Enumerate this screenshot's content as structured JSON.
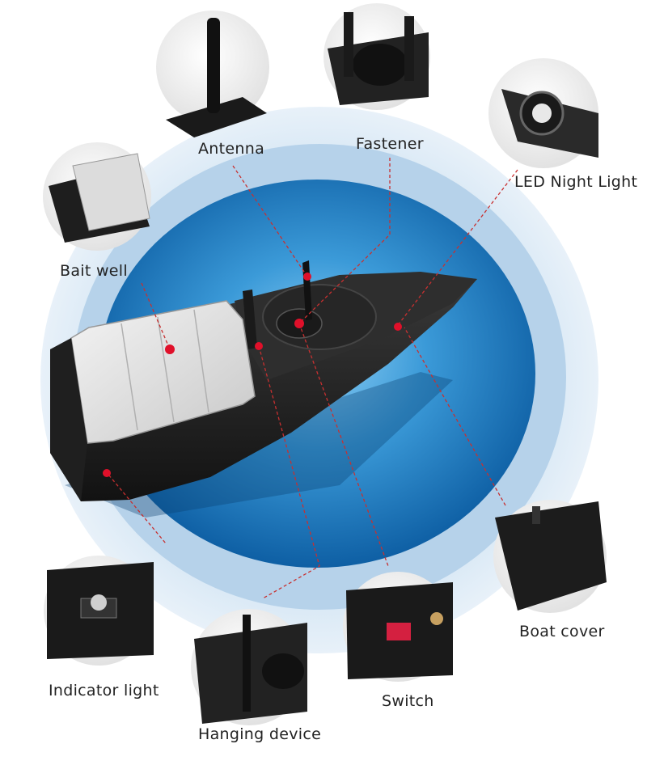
{
  "labels": {
    "antenna": "Antenna",
    "fastener": "Fastener",
    "led_night_light": "LED Night Light",
    "bait_well": "Bait well",
    "boat_cover": "Boat cover",
    "indicator_light": "Indicator light",
    "switch": "Switch",
    "hanging_device": "Hanging device"
  },
  "colors": {
    "outer_ring": "#c9ddef",
    "mid_ring": "#a9c9e6",
    "inner_water": "#2a86c8",
    "hull": "#1c1c1c",
    "marker": "#e0102a",
    "leader_line": "#c83030"
  }
}
